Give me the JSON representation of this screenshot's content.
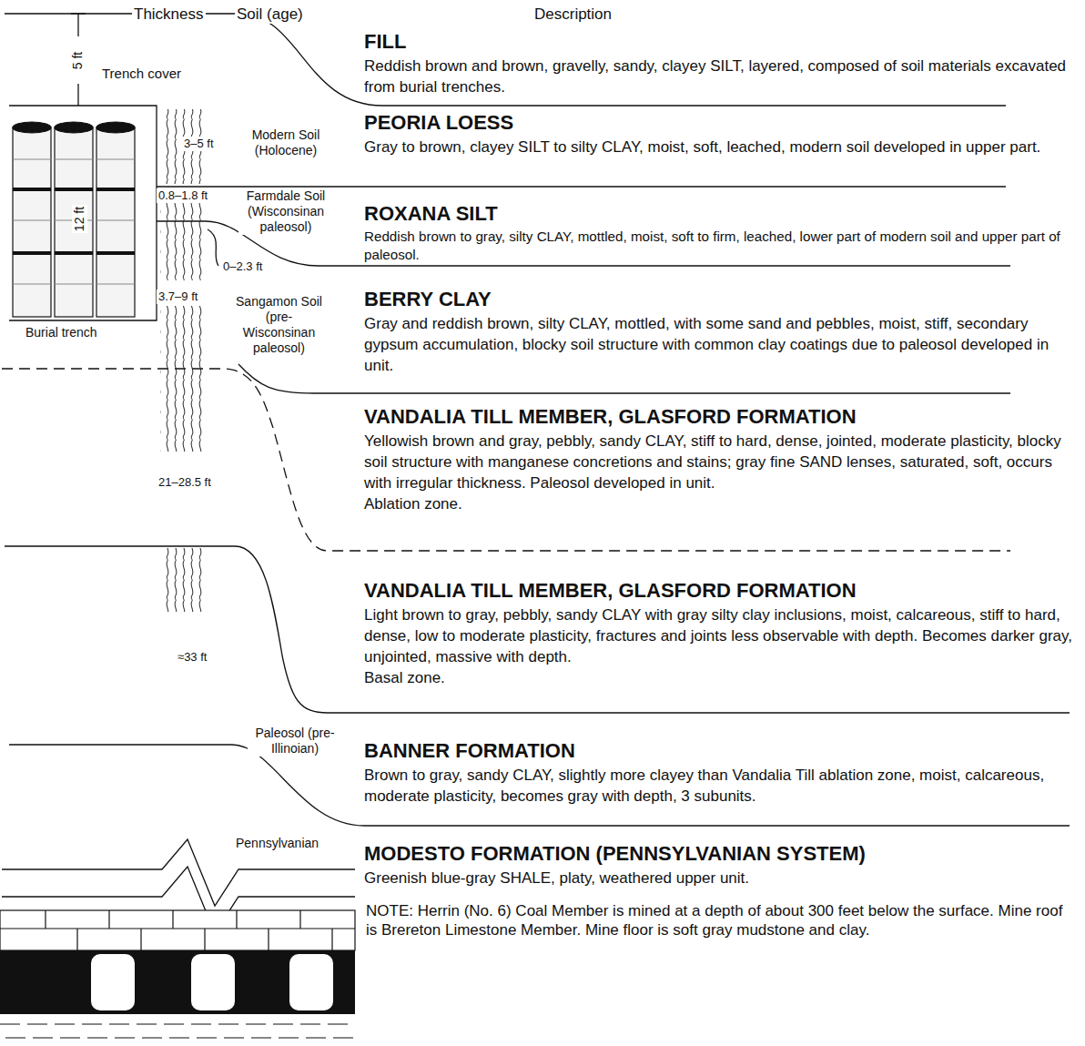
{
  "diagram": {
    "nodes": [
      {
        "text": [
          "FILL",
          "Reddish brown and brown, gravelly, sandy, clayey SILT, layered, composed of soil materials excavated from burial trenches."
        ]
      },
      {
        "text": [
          "PEORIA LOESS",
          "Gray to brown, clayey SILT to silty CLAY, moist, soft, leached, modern soil developed in upper part."
        ]
      },
      {
        "text": [
          "ROXANA SILT",
          "Reddish brown to gray, silty CLAY, mottled, moist, soft to firm, leached, lower part of modern soil and upper part of paleosol."
        ]
      },
      {
        "text": [
          "BERRY CLAY",
          "Gray and reddish brown, silty CLAY, mottled, with some sand and pebbles, moist, stiff, secondary gypsum accumulation, blocky soil structure with common clay coatings due to paleosol developed in unit."
        ]
      },
      {
        "text": [
          "VANDALIA TILL MEMBER, GLASFORD FORMATION",
          "Yellowish brown and gray, pebbly, sandy CLAY, stiff to hard, dense, jointed, moderate plasticity, blocky soil structure with manganese concretions and stains; gray fine SAND lenses, saturated, soft, occurs with irregular thickness. Paleosol developed in unit.",
          "Ablation zone."
        ]
      },
      {
        "text": [
          "VANDALIA TILL MEMBER, GLASFORD FORMATION",
          "Light brown to gray, pebbly, sandy CLAY with gray silty clay inclusions, moist, calcareous, stiff to hard, dense, low to moderate plasticity, fractures and joints less observable with depth. Becomes darker gray, unjointed, massive with depth.",
          "Basal zone."
        ]
      },
      {
        "text": [
          "BANNER FORMATION",
          "Brown to gray, sandy CLAY, slightly more clayey than Vandalia Till ablation zone, moist, calcareous, moderate plasticity, becomes gray with depth, 3 subunits."
        ]
      },
      {
        "text": [
          "MODESTO FORMATION (PENNSYLVANIAN SYSTEM)",
          "Greenish blue-gray SHALE, platy, weathered upper unit."
        ]
      }
    ],
    "labels": [
      "Thickness",
      "Soil (age)",
      "Description",
      "5 ft",
      "Trench cover",
      "12 ft",
      "Burial trench",
      "3–5 ft",
      "Modern Soil (Holocene)",
      "0.8–1.8 ft",
      "Farmdale Soil (Wisconsinan paleosol)",
      "0–2.3 ft",
      "3.7–9 ft",
      "Sangamon Soil (pre-Wisconsinan paleosol)",
      "21–28.5 ft",
      "≈33 ft",
      "Paleosol (pre-Illinoian)",
      "Pennsylvanian",
      "NOTE: Herrin (No. 6) Coal Member is mined at a depth of about 300 feet below the surface. Mine roof is Brereton Limestone Member. Mine floor is soft gray mudstone and clay."
    ]
  }
}
